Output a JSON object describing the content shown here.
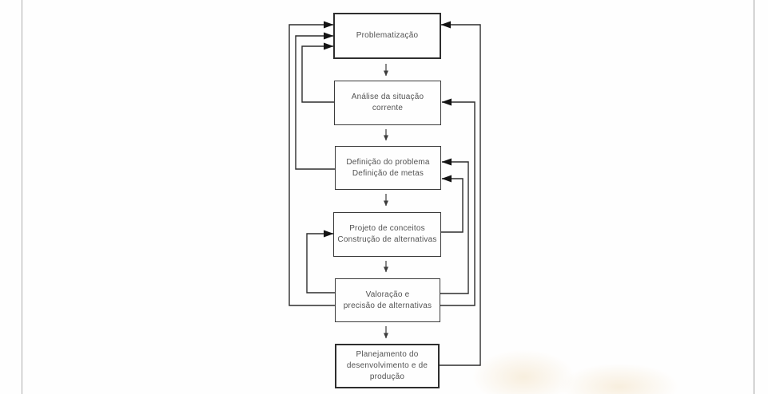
{
  "diagram": {
    "kind": "flowchart",
    "language": "pt-BR",
    "colors": {
      "background": "#fefefe",
      "line": "#2d2d2d",
      "arrowhead": "#141414",
      "box_border": "#343434",
      "text": "#525252",
      "page_edge_line": "#a5a5a5"
    },
    "nodes": [
      {
        "id": "problematizacao",
        "label": "Problematização"
      },
      {
        "id": "analise-situacao",
        "label": "Análise da situação\ncorrente"
      },
      {
        "id": "definicao",
        "label": "Definição do problema\nDefinição de metas"
      },
      {
        "id": "projeto-conceitos",
        "label": "Projeto de conceitos\nConstrução de alternativas"
      },
      {
        "id": "valoracao",
        "label": "Valoração e\nprecisão de alternativas"
      },
      {
        "id": "planejamento",
        "label": "Planejamento do\ndesenvolvimento e de\nprodução"
      }
    ],
    "edges": [
      {
        "from": "problematizacao",
        "to": "analise-situacao",
        "type": "forward-down"
      },
      {
        "from": "analise-situacao",
        "to": "definicao",
        "type": "forward-down"
      },
      {
        "from": "definicao",
        "to": "projeto-conceitos",
        "type": "forward-down"
      },
      {
        "from": "projeto-conceitos",
        "to": "valoracao",
        "type": "forward-down"
      },
      {
        "from": "valoracao",
        "to": "planejamento",
        "type": "forward-down"
      },
      {
        "from": "analise-situacao",
        "to": "problematizacao",
        "type": "feedback-left"
      },
      {
        "from": "definicao",
        "to": "problematizacao",
        "type": "feedback-left"
      },
      {
        "from": "valoracao",
        "to": "problematizacao",
        "type": "feedback-left"
      },
      {
        "from": "valoracao",
        "to": "projeto-conceitos",
        "type": "feedback-left"
      },
      {
        "from": "projeto-conceitos",
        "to": "definicao",
        "type": "feedback-right"
      },
      {
        "from": "valoracao",
        "to": "definicao",
        "type": "feedback-right"
      },
      {
        "from": "valoracao",
        "to": "analise-situacao",
        "type": "feedback-right"
      },
      {
        "from": "planejamento",
        "to": "problematizacao",
        "type": "feedback-right"
      }
    ]
  }
}
